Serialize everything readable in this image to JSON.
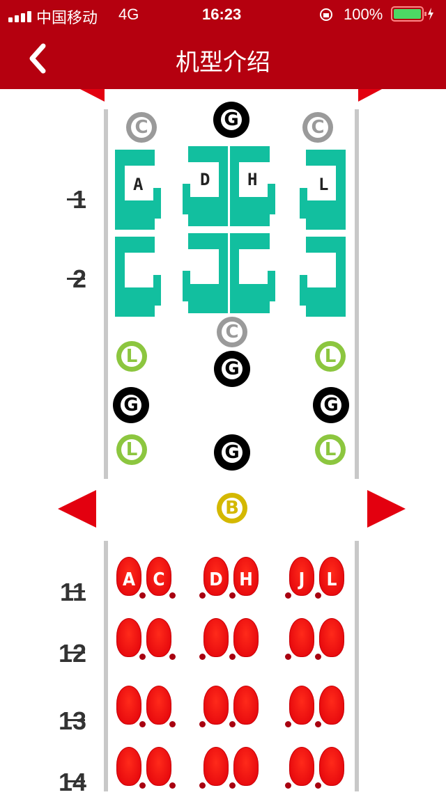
{
  "status_bar": {
    "carrier": "中国移动",
    "network": "4G",
    "time": "16:23",
    "battery": "100%"
  },
  "nav": {
    "title": "机型介绍",
    "back_icon": "chevron-left-icon"
  },
  "colors": {
    "brand": "#b5000f",
    "business_seat": "#12bf9f",
    "economy_seat": "#e8000b",
    "exit": "#e3000f",
    "closet": "#9a9a9a",
    "galley": "#000000",
    "lavatory": "#8cc63f",
    "bassinet": "#d4b800"
  },
  "facilities": {
    "closet": "C",
    "galley": "G",
    "lavatory": "L",
    "bassinet": "B"
  },
  "business": {
    "rows": [
      "1",
      "2"
    ],
    "seat_letters": [
      "A",
      "D",
      "H",
      "L"
    ]
  },
  "economy": {
    "rows": [
      "11",
      "12",
      "13",
      "14"
    ],
    "seat_letters": [
      "A",
      "C",
      "D",
      "H",
      "J",
      "L"
    ]
  }
}
